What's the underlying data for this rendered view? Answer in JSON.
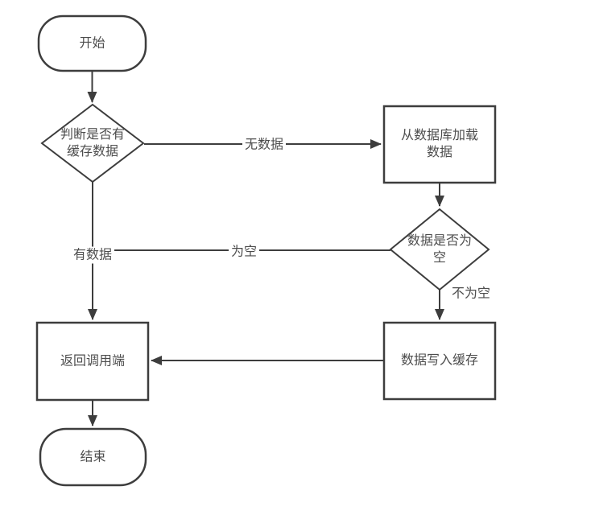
{
  "diagram": {
    "type": "flowchart",
    "nodes": {
      "start": {
        "shape": "terminator",
        "label": "开始"
      },
      "check_cache": {
        "shape": "decision",
        "label": "判断是否有\n缓存数据"
      },
      "load_db": {
        "shape": "process",
        "label": "从数据库加载\n数据"
      },
      "is_empty": {
        "shape": "decision",
        "label": "数据是否为\n空"
      },
      "return_caller": {
        "shape": "process",
        "label": "返回调用端"
      },
      "write_cache": {
        "shape": "process",
        "label": "数据写入缓存"
      },
      "end": {
        "shape": "terminator",
        "label": "结束"
      }
    },
    "edge_labels": {
      "no_data": "无数据",
      "has_data": "有数据",
      "empty": "为空",
      "not_empty": "不为空"
    },
    "colors": {
      "stroke": "#3d3d3d",
      "text": "#4d4d4d",
      "background": "#ffffff"
    }
  }
}
